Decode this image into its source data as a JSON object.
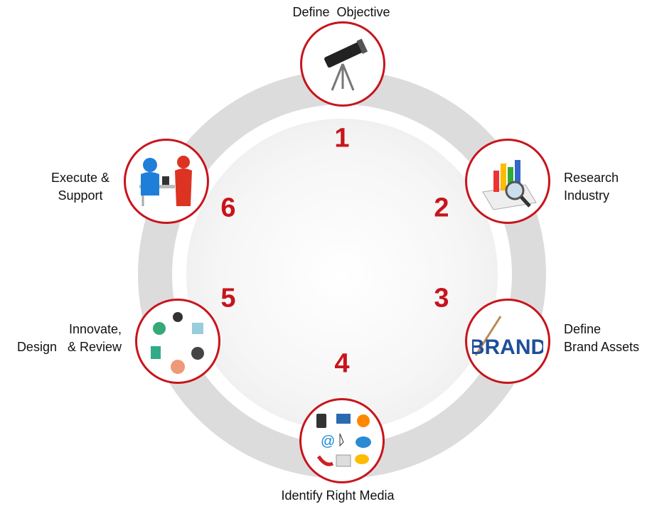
{
  "colors": {
    "accent": "#c8141c",
    "ring": "#dcdcdc"
  },
  "steps": [
    {
      "number": "1",
      "label": "Define  Objective",
      "icon": "telescope-icon"
    },
    {
      "number": "2",
      "label_lines": [
        "Research",
        "Industry"
      ],
      "icon": "chart-magnifier-icon"
    },
    {
      "number": "3",
      "label_lines": [
        "Define",
        "Brand Assets"
      ],
      "icon": "brand-icon",
      "icon_text": "BRAND"
    },
    {
      "number": "4",
      "label": "Identify Right Media",
      "icon": "media-icons-icon"
    },
    {
      "number": "5",
      "label_lines": [
        "Innovate,",
        "Design   & Review"
      ],
      "icon": "innovation-icons-icon"
    },
    {
      "number": "6",
      "label_lines": [
        "Execute &",
        "Support"
      ],
      "icon": "people-meeting-icon"
    }
  ]
}
